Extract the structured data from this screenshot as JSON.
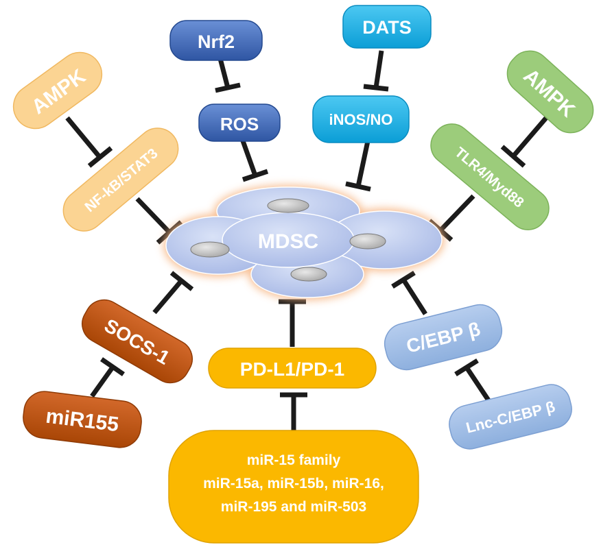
{
  "center": {
    "label": "MDSC"
  },
  "nodes": {
    "ampk_left": "AMPK",
    "nfkb_stat3": "NF-kB/STAT3",
    "nrf2": "Nrf2",
    "ros": "ROS",
    "dats": "DATS",
    "inos_no": "iNOS/NO",
    "ampk_right": "AMPK",
    "tlr4_myd88": "TLR4/Myd88",
    "socs1": "SOCS-1",
    "mir155": "miR155",
    "pdl1_pd1": "PD-L1/PD-1",
    "cebpb": "C/EBP β",
    "lnc_cebpb": "Lnc-C/EBP β",
    "mir15_line1": "miR-15 family",
    "mir15_line2": "miR-15a, miR-15b, miR-16,",
    "mir15_line3": "miR-195 and miR-503"
  },
  "colors": {
    "peach": "#fbd493",
    "blue_dark": "#3f67b3",
    "cyan": "#12aee6",
    "green": "#9ccc7b",
    "brown": "#c0540f",
    "gold": "#fbb800",
    "light_blue": "#9fbde3",
    "cell": "#b7c6ec",
    "glow": "#f6b480"
  }
}
